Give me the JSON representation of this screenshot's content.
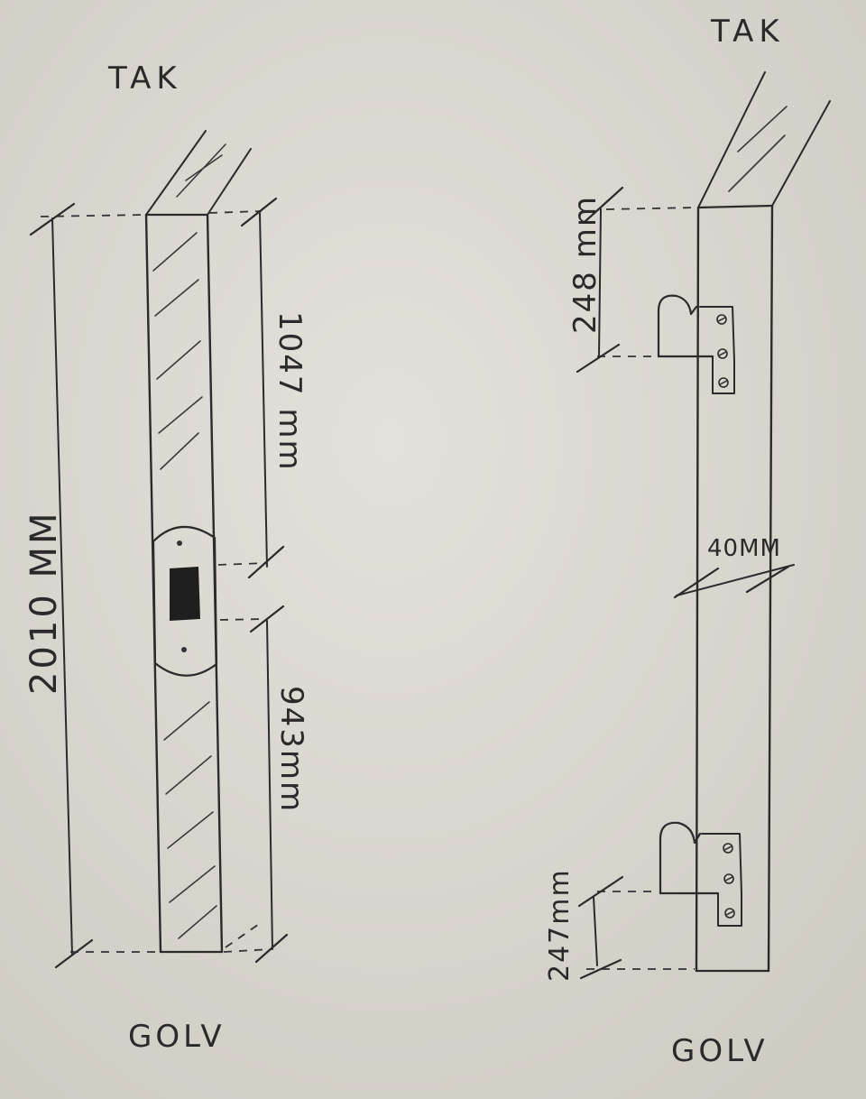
{
  "left_view": {
    "top_label": "TAK",
    "bottom_label": "GOLV",
    "total_height_label": "2010 MM",
    "upper_dimension_label": "1047 mm",
    "lower_dimension_label": "943mm"
  },
  "right_view": {
    "top_label": "TAK",
    "bottom_label": "GOLV",
    "top_hinge_dimension_label": "248 mm",
    "bottom_hinge_dimension_label": "247mm",
    "width_dimension_label": "40MM"
  },
  "colors": {
    "paper": "#dddad3",
    "ink": "#2b2b2b"
  }
}
